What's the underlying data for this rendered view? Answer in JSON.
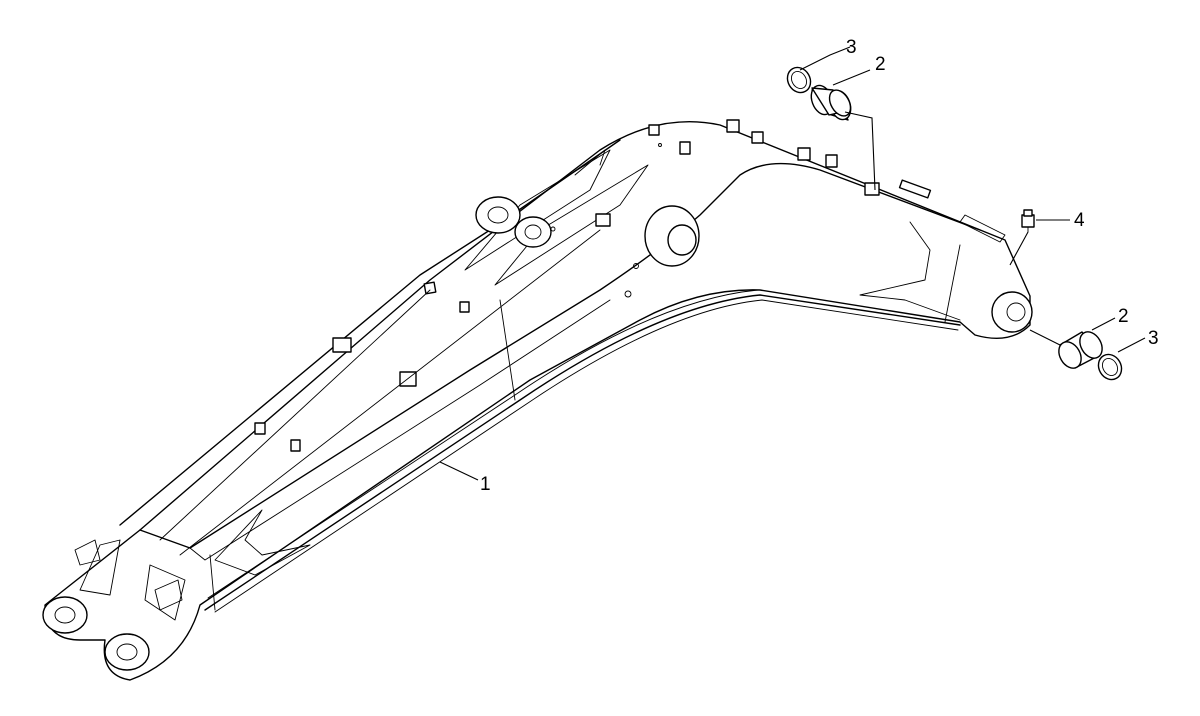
{
  "diagram": {
    "callouts": [
      {
        "id": "c3a",
        "label": "3"
      },
      {
        "id": "c2a",
        "label": "2"
      },
      {
        "id": "c4",
        "label": "4"
      },
      {
        "id": "c2b",
        "label": "2"
      },
      {
        "id": "c3b",
        "label": "3"
      },
      {
        "id": "c1",
        "label": "1"
      }
    ]
  }
}
